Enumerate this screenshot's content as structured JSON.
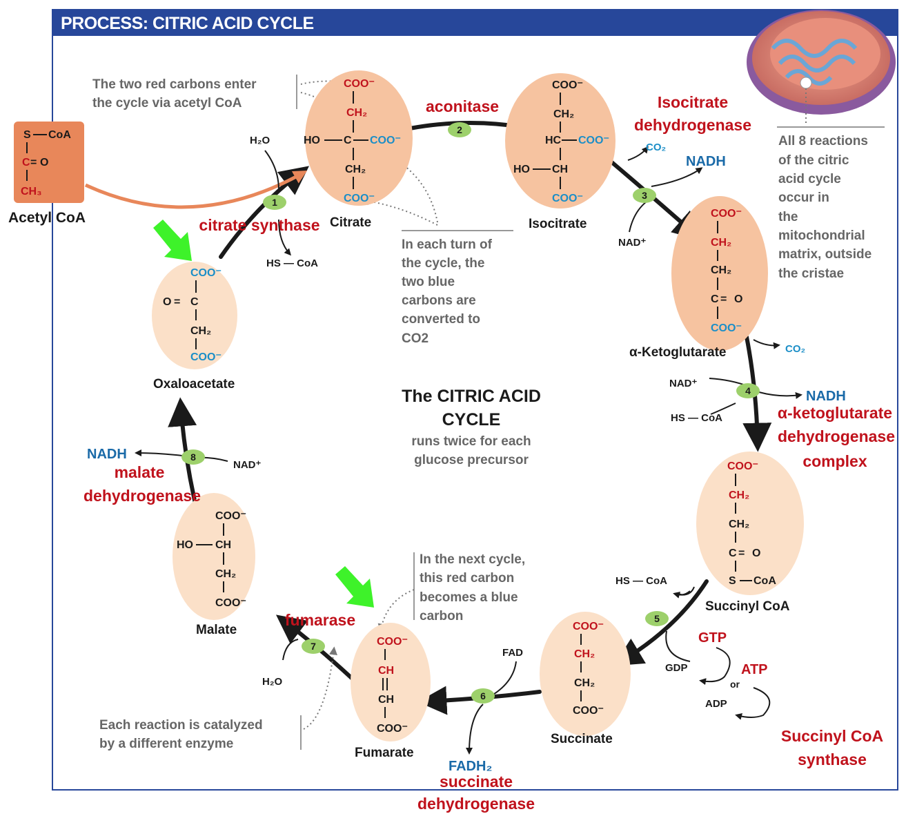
{
  "header": {
    "title": "PROCESS: CITRIC ACID CYCLE"
  },
  "colors": {
    "header": "#27479a",
    "ellipse": "#f6c3a0",
    "ellipse_light": "#fbe0c8",
    "step": "#9dd06b",
    "enzyme": "#c0121c",
    "nadh": "#1a6aa8"
  },
  "notes": {
    "red_carbons": [
      "The two red carbons enter",
      "the cycle via acetyl CoA"
    ],
    "blue_carbons": [
      "In each turn of",
      "the cycle, the",
      "two blue",
      "carbons are",
      "converted to",
      "CO2"
    ],
    "mito": [
      "All 8 reactions",
      "of the citric",
      "acid cycle",
      "occur in",
      "the",
      "mitochondrial",
      "matrix, outside",
      "the cristae"
    ],
    "next_cycle": [
      "In the next cycle,",
      "this red carbon",
      "becomes a blue",
      "carbon"
    ],
    "each_reaction": [
      "Each reaction is catalyzed",
      "by a different enzyme"
    ]
  },
  "center": {
    "line1_a": "The ",
    "line1_b": "CITRIC ACID",
    "line2": "CYCLE",
    "line3": "runs twice for each",
    "line4": "glucose precursor"
  },
  "molecules": {
    "acetyl_coa": "Acetyl CoA",
    "citrate": "Citrate",
    "isocitrate": "Isocitrate",
    "akg": "α-Ketoglutarate",
    "succinyl_coa": "Succinyl CoA",
    "succinate": "Succinate",
    "fumarate": "Fumarate",
    "malate": "Malate",
    "oxaloacetate": "Oxaloacetate"
  },
  "enzymes": {
    "aconitase": "aconitase",
    "isocitrate_dh": [
      "Isocitrate",
      "dehydrogenase"
    ],
    "citrate_synthase": "citrate  synthase",
    "akg_dh": [
      "α-ketoglutarate",
      "dehydrogenase",
      "complex"
    ],
    "succinyl_coa_synthase": [
      "Succinyl CoA",
      "synthase"
    ],
    "succinate_dh": [
      "succinate",
      "dehydrogenase"
    ],
    "fumarase": "fumarase",
    "malate_dh": [
      "malate",
      "dehydrogenase"
    ]
  },
  "cofactors": {
    "h2o": "H₂O",
    "hs_coa": "HS — CoA",
    "co2": "CO₂",
    "nadh": "NADH",
    "nad": "NAD⁺",
    "gtp": "GTP",
    "gdp": "GDP",
    "atp": "ATP",
    "adp": "ADP",
    "or": "or",
    "fad": "FAD",
    "fadh2": "FADH₂"
  },
  "steps": [
    "1",
    "2",
    "3",
    "4",
    "5",
    "6",
    "7",
    "8"
  ],
  "chem": {
    "coo": "COO⁻",
    "ch2": "CH₂",
    "ch3": "CH₃",
    "ch": "CH",
    "hc": "HC",
    "ho": "HO",
    "c": "C",
    "o": "O",
    "s": "S",
    "coa": "CoA",
    "eq": "=",
    "dash": "—",
    "bar": "|"
  }
}
